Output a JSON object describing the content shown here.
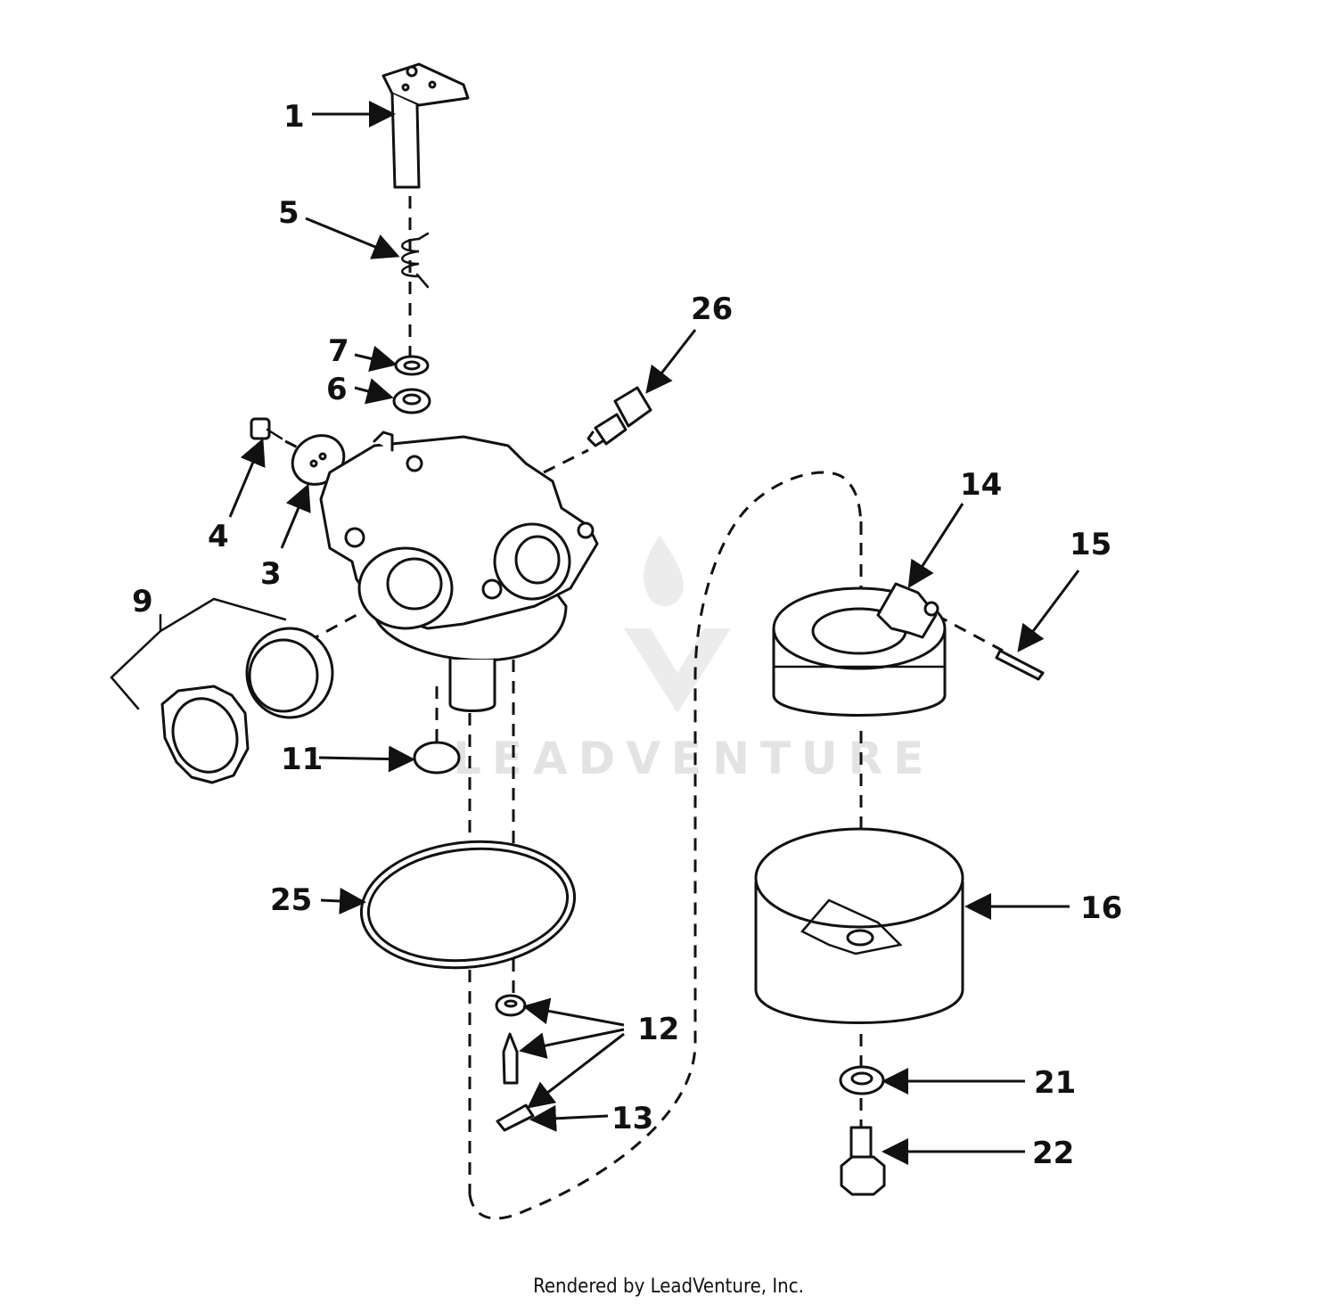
{
  "callouts": {
    "c1": "1",
    "c3": "3",
    "c4": "4",
    "c5": "5",
    "c6": "6",
    "c7": "7",
    "c9": "9",
    "c11": "11",
    "c12": "12",
    "c13": "13",
    "c14": "14",
    "c15": "15",
    "c16": "16",
    "c21": "21",
    "c22": "22",
    "c25": "25",
    "c26": "26"
  },
  "watermark": "LEADVENTURE",
  "footer": "Rendered by LeadVenture, Inc."
}
